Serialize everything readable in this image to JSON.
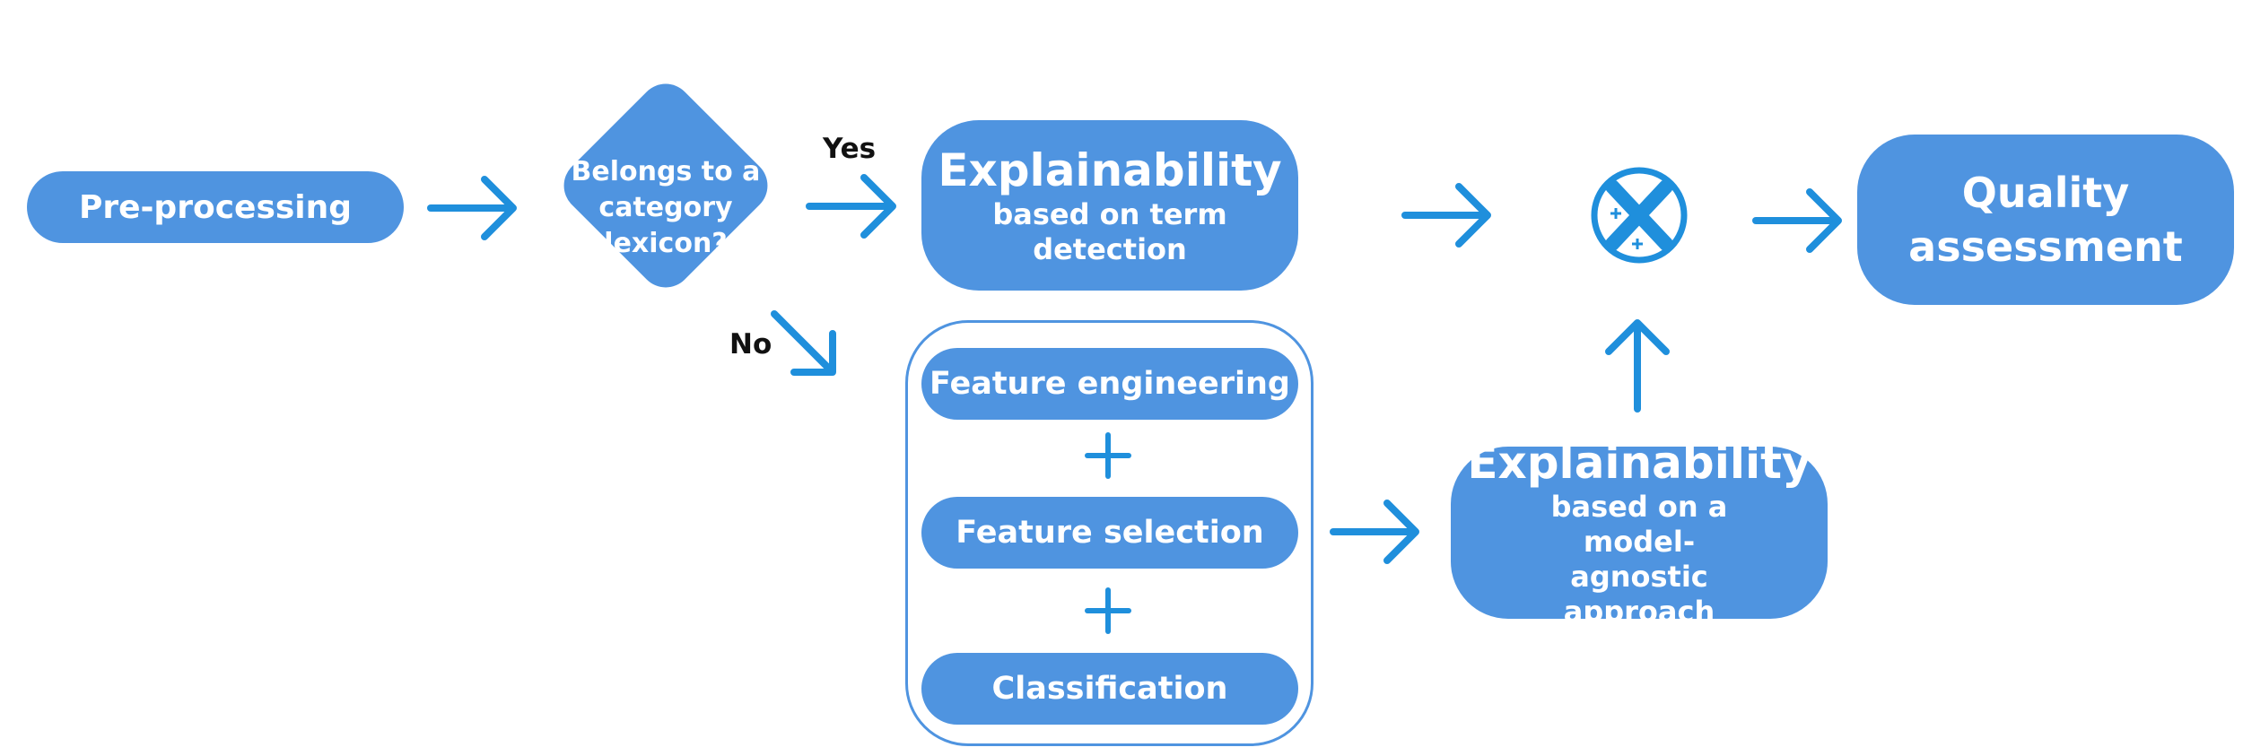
{
  "nodes": {
    "preprocessing": "Pre-processing",
    "decision": "Belongs to a category lexicon?",
    "explain_term_title": "Explainability",
    "explain_term_sub": "based on term detection",
    "feature_engineering": "Feature engineering",
    "feature_selection": "Feature selection",
    "classification": "Classification",
    "explain_agnostic_title": "Explainability",
    "explain_agnostic_sub": "based on a model-agnostic approach",
    "quality_line1": "Quality",
    "quality_line2": "assessment"
  },
  "labels": {
    "yes": "Yes",
    "no": "No"
  },
  "colors": {
    "node_fill": "#4f94e0",
    "arrow": "#1f8fdc",
    "text": "#ffffff"
  },
  "icons": {
    "combine": "circle-x-with-plus-signs-icon",
    "plus": "plus-icon"
  }
}
